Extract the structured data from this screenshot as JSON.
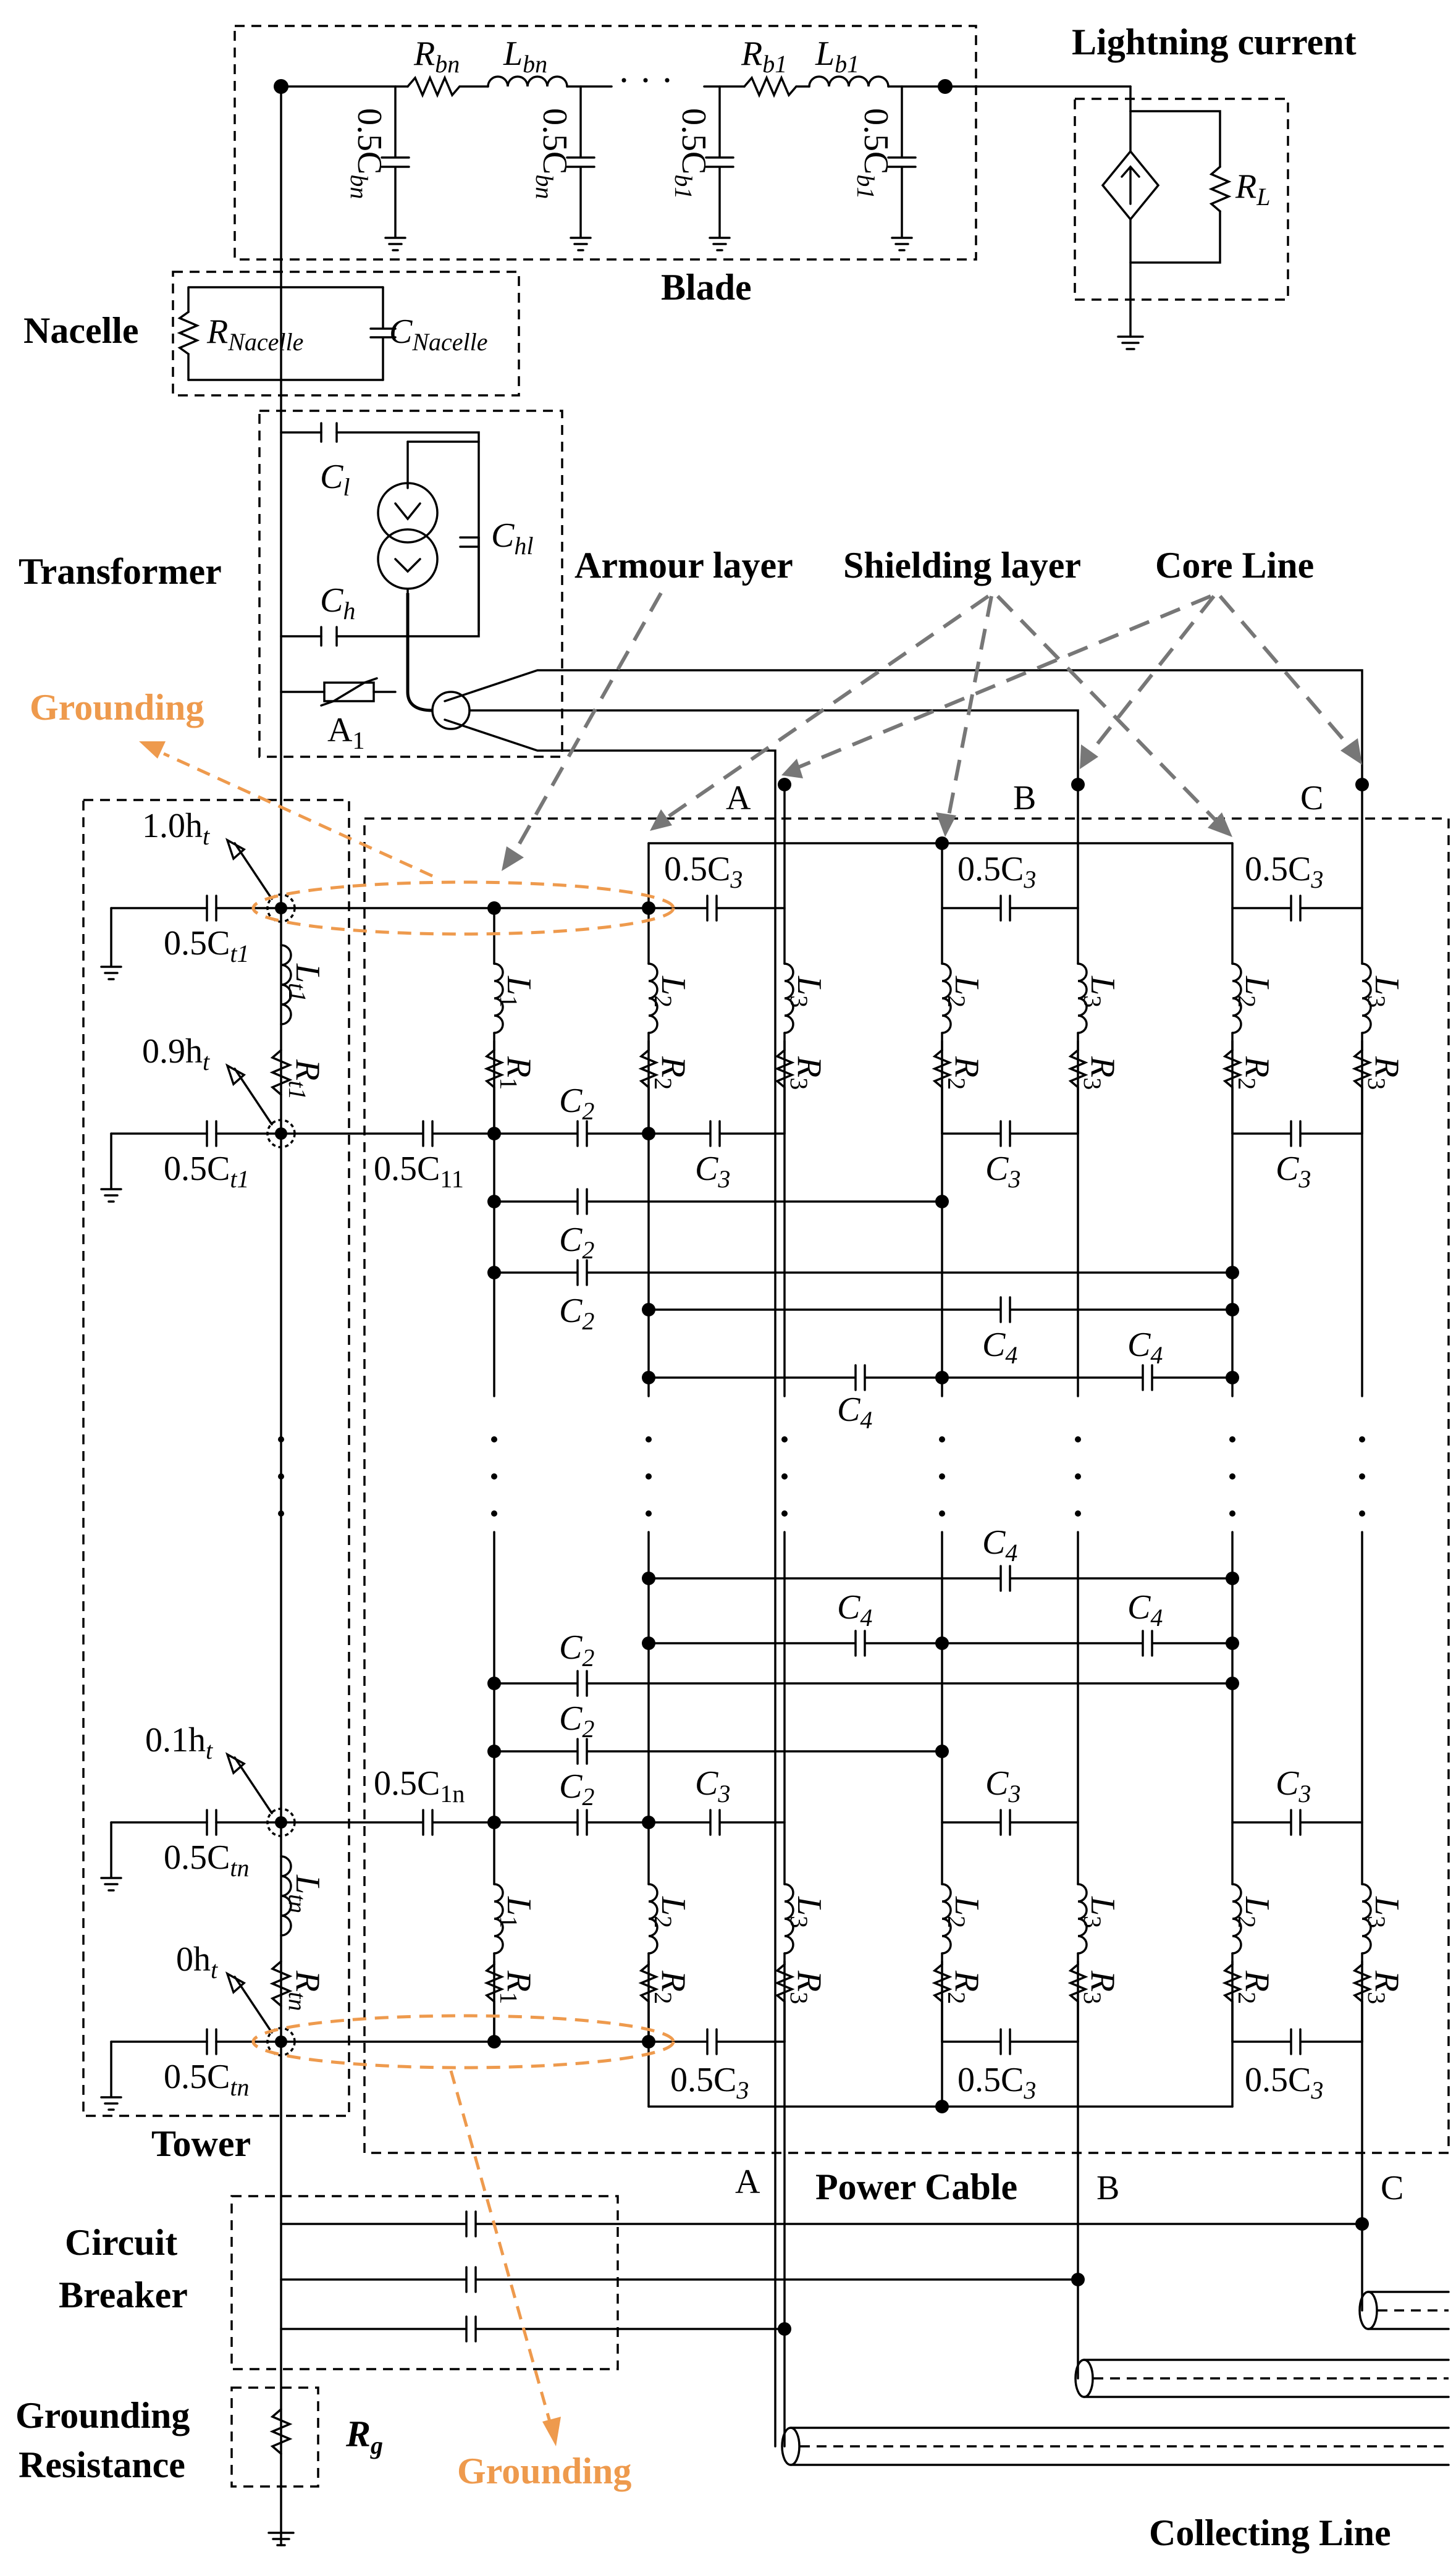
{
  "labels": {
    "lightning_current": "Lightning current",
    "blade": "Blade",
    "nacelle": "Nacelle",
    "transformer": "Transformer",
    "armour_layer": "Armour layer",
    "shielding_layer": "Shielding layer",
    "core_line": "Core Line",
    "grounding_top": "Grounding",
    "grounding_bottom": "Grounding",
    "tower": "Tower",
    "power_cable": "Power Cable",
    "circuit_breaker_l1": "Circuit",
    "circuit_breaker_l2": "Breaker",
    "grounding_resistance_l1": "Grounding",
    "grounding_resistance_l2": "Resistance",
    "collecting_line": "Collecting Line"
  },
  "phases": {
    "top": [
      "A",
      "B",
      "C"
    ],
    "bottom": [
      "A",
      "B",
      "C"
    ]
  },
  "blade": {
    "r_bn": "R",
    "r_bn_sub": "bn",
    "l_bn": "L",
    "l_bn_sub": "bn",
    "r_b1": "R",
    "r_b1_sub": "b1",
    "l_b1": "L",
    "l_b1_sub": "b1",
    "ellipsis": "· · ·",
    "c_bn_1": "0.5C",
    "c_bn_1_sub": "bn",
    "c_bn_2": "0.5C",
    "c_bn_2_sub": "bn",
    "c_b1_1": "0.5C",
    "c_b1_1_sub": "b1",
    "c_b1_2": "0.5C",
    "c_b1_2_sub": "b1"
  },
  "lightning": {
    "r_l": "R",
    "r_l_sub": "L"
  },
  "nacelle": {
    "r": "R",
    "r_sub": "Nacelle",
    "c": "C",
    "c_sub": "Nacelle"
  },
  "transformer": {
    "c_l": "C",
    "c_l_sub": "l",
    "c_h": "C",
    "c_h_sub": "h",
    "c_hl": "C",
    "c_hl_sub": "hl",
    "arrester": "A",
    "arrester_sub": "1"
  },
  "tower": {
    "h_10": "1.0h",
    "h_10_sub": "t",
    "h_09": "0.9h",
    "h_09_sub": "t",
    "h_01": "0.1h",
    "h_01_sub": "t",
    "h_00": "0h",
    "h_00_sub": "t",
    "c_t1_a": "0.5C",
    "c_t1_a_sub": "t1",
    "c_t1_b": "0.5C",
    "c_t1_b_sub": "t1",
    "c_tn_a": "0.5C",
    "c_tn_a_sub": "tn",
    "c_tn_b": "0.5C",
    "c_tn_b_sub": "tn",
    "l_t1": "L",
    "l_t1_sub": "t1",
    "r_t1": "R",
    "r_t1_sub": "t1",
    "l_tn": "L",
    "l_tn_sub": "tn",
    "r_tn": "R",
    "r_tn_sub": "tn"
  },
  "cable": {
    "c11": "0.5C",
    "c11_sub": "11",
    "c1n": "0.5C",
    "c1n_sub": "1n",
    "half_c3": "0.5C",
    "half_c3_sub": "3",
    "c2": "C",
    "c2_sub": "2",
    "c3": "C",
    "c3_sub": "3",
    "c4": "C",
    "c4_sub": "4",
    "l1": "L",
    "l1_sub": "1",
    "l2": "L",
    "l2_sub": "2",
    "l3": "L",
    "l3_sub": "3",
    "r1": "R",
    "r1_sub": "1",
    "r2": "R",
    "r2_sub": "2",
    "r3": "R",
    "r3_sub": "3"
  },
  "grounding_resistance": {
    "rg": "R",
    "rg_sub": "g"
  }
}
